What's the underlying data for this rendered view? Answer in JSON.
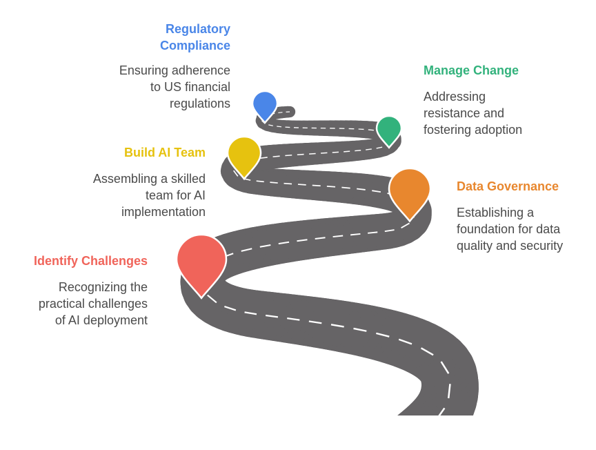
{
  "stages": [
    {
      "id": "identify",
      "title": "Identify Challenges",
      "description": [
        "Recognizing the",
        "practical challenges",
        "of AI deployment"
      ],
      "color": "#F0645A"
    },
    {
      "id": "data-governance",
      "title": "Data Governance",
      "description": [
        "Establishing a",
        "foundation for data",
        "quality and security"
      ],
      "color": "#E8872E"
    },
    {
      "id": "build-team",
      "title": "Build AI Team",
      "description": [
        "Assembling a skilled",
        "team for AI",
        "implementation"
      ],
      "color": "#E6C20F"
    },
    {
      "id": "manage-change",
      "title": "Manage Change",
      "description": [
        "Addressing",
        "resistance and",
        "fostering adoption"
      ],
      "color": "#32B27C"
    },
    {
      "id": "regulatory",
      "title": [
        "Regulatory",
        "Compliance"
      ],
      "description": [
        "Ensuring adherence",
        "to US financial",
        "regulations"
      ],
      "color": "#4A86E8"
    }
  ],
  "road_color": "#666466"
}
